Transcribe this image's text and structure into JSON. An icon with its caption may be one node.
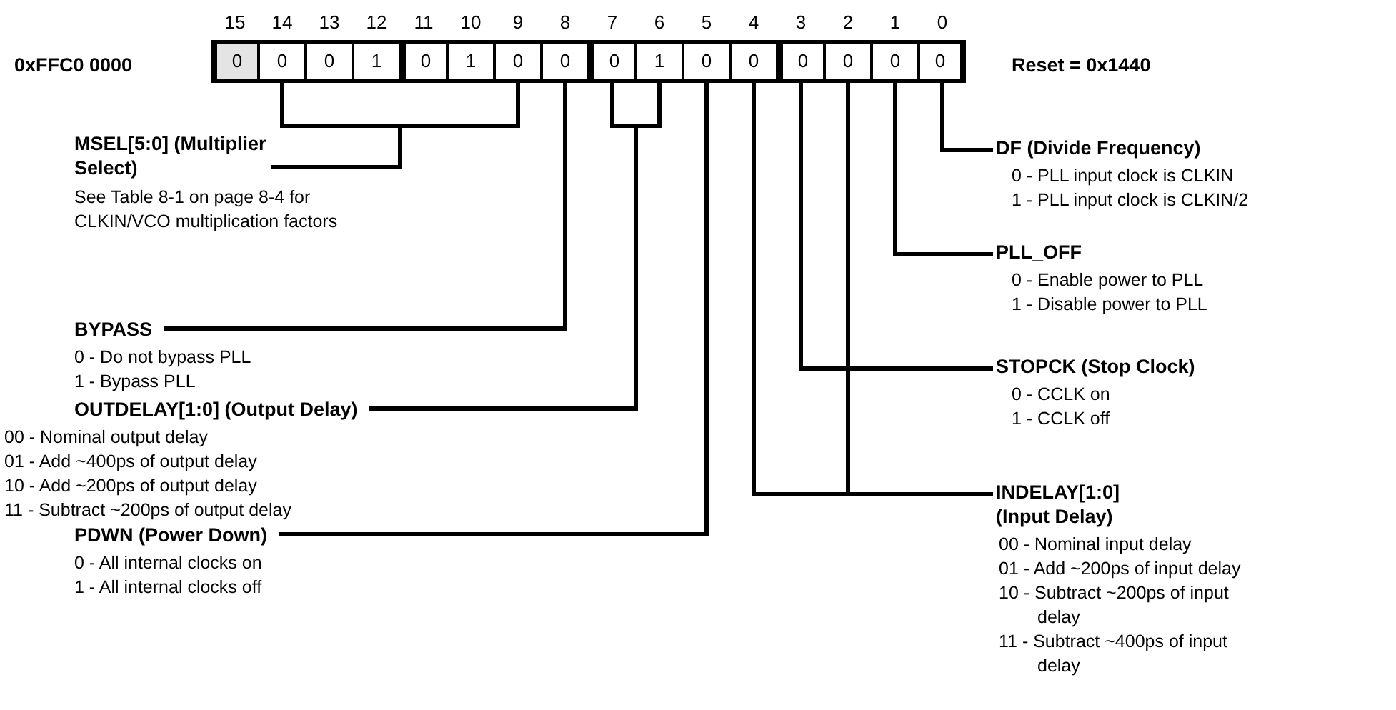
{
  "diagram": {
    "nodes": [
      {
        "text": [
          "0"
        ],
        "beside": [
          "15"
        ]
      },
      {
        "text": [
          "0"
        ],
        "beside": [
          "14"
        ]
      },
      {
        "text": [
          "0"
        ],
        "beside": [
          "13"
        ]
      },
      {
        "text": [
          "1"
        ],
        "beside": [
          "12"
        ]
      },
      {
        "text": [
          "0"
        ],
        "beside": [
          "11"
        ]
      },
      {
        "text": [
          "1"
        ],
        "beside": [
          "10"
        ]
      },
      {
        "text": [
          "0"
        ],
        "beside": [
          "9"
        ]
      },
      {
        "text": [
          "0"
        ],
        "beside": [
          "8"
        ]
      },
      {
        "text": [
          "0"
        ],
        "beside": [
          "7"
        ]
      },
      {
        "text": [
          "1"
        ],
        "beside": [
          "6"
        ]
      },
      {
        "text": [
          "0"
        ],
        "beside": [
          "5"
        ]
      },
      {
        "text": [
          "0"
        ],
        "beside": [
          "4"
        ]
      },
      {
        "text": [
          "0"
        ],
        "beside": [
          "3"
        ]
      },
      {
        "text": [
          "0"
        ],
        "beside": [
          "2"
        ]
      },
      {
        "text": [
          "0"
        ],
        "beside": [
          "1"
        ]
      },
      {
        "text": [
          "0"
        ],
        "beside": [
          "0"
        ]
      },
      {
        "text": [
          "MSEL[5:0] (Multiplier Select)",
          "See Table 8-1 on page 8-4 for CLKIN/VCO multiplication factors"
        ]
      },
      {
        "text": [
          "BYPASS",
          "0 - Do not bypass PLL",
          "1 - Bypass PLL"
        ]
      },
      {
        "text": [
          "OUTDELAY[1:0] (Output Delay)",
          "00 - Nominal output delay",
          "01 - Add ~400ps of output delay",
          "10 - Add ~200ps of output delay",
          "11 - Subtract ~200ps of output delay"
        ]
      },
      {
        "text": [
          "PDWN (Power Down)",
          "0 - All internal clocks on",
          "1 - All internal clocks off"
        ]
      },
      {
        "text": [
          "DF (Divide Frequency)",
          "0 - PLL input clock is CLKIN",
          "1 - PLL input clock is CLKIN/2"
        ]
      },
      {
        "text": [
          "PLL_OFF",
          "0 - Enable power to PLL",
          "1 - Disable power to PLL"
        ]
      },
      {
        "text": [
          "STOPCK (Stop Clock)",
          "0 - CCLK on",
          "1 - CCLK off"
        ]
      },
      {
        "text": [
          "INDELAY[1:0] (Input Delay)",
          "00 - Nominal input delay",
          "01 - Add ~200ps of input delay",
          "10 - Subtract ~200ps of input delay",
          "11 - Subtract ~400ps of input delay"
        ]
      }
    ],
    "edges": [
      {
        "from": 16,
        "to": 1,
        "arrow": "none"
      },
      {
        "from": 16,
        "to": 6,
        "arrow": "none"
      },
      {
        "from": 17,
        "to": 7,
        "arrow": "none"
      },
      {
        "from": 18,
        "to": 8,
        "arrow": "none"
      },
      {
        "from": 18,
        "to": 9,
        "arrow": "none"
      },
      {
        "from": 19,
        "to": 10,
        "arrow": "none"
      },
      {
        "from": 20,
        "to": 15,
        "arrow": "none"
      },
      {
        "from": 21,
        "to": 14,
        "arrow": "none"
      },
      {
        "from": 22,
        "to": 12,
        "arrow": "none"
      },
      {
        "from": 23,
        "to": 11,
        "arrow": "none"
      },
      {
        "from": 23,
        "to": 13,
        "arrow": "none"
      }
    ],
    "labels": [
      "0xFFC0 0000",
      "Reset = 0x1440"
    ]
  }
}
